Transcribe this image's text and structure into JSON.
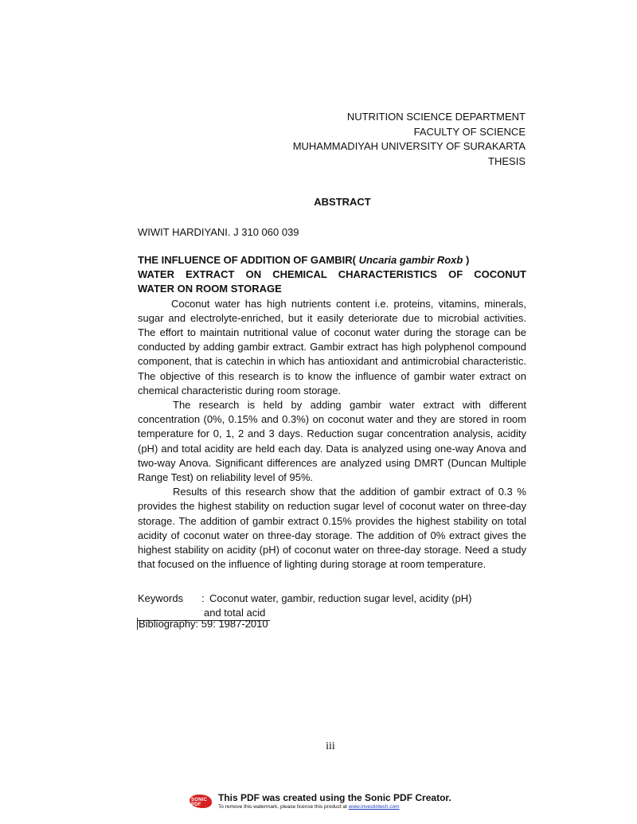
{
  "header": {
    "lines": [
      "NUTRITION SCIENCE DEPARTMENT",
      "FACULTY OF SCIENCE",
      "MUHAMMADIYAH UNIVERSITY OF SURAKARTA",
      "THESIS"
    ]
  },
  "abstract_heading": "ABSTRACT",
  "author": "WIWIT HARDIYANI. J 310 060 039",
  "title": {
    "line1_prefix": "THE INFLUENCE OF ADDITION OF GAMBIR( ",
    "line1_italic": "Uncaria gambir Roxb",
    "line1_suffix": " )",
    "line2": "WATER EXTRACT ON CHEMICAL CHARACTERISTICS OF COCONUT",
    "line3": "WATER ON ROOM STORAGE"
  },
  "paragraphs": [
    "Coconut water has high nutrients content  i.e. proteins, vitamins, minerals, sugar and electrolyte-enriched, but it easily deteriorate due to microbial activities. The effort to maintain nutritional value of coconut water during  the storage can be conducted by adding gambir extract. Gambir extract has high polyphenol compound component, that is catechin in which has antioxidant and antimicrobial characteristic. The objective of this research is to know the influence of gambir water extract on chemical characteristic during room storage.",
    "The research is held by adding gambir water extract with different concentration  (0%, 0.15% and 0.3%) on coconut water and they are stored in room temperature for 0, 1, 2 and 3 days. Reduction sugar concentration analysis, acidity (pH) and total acidity are held each day. Data is analyzed using one-way Anova and two-way Anova. Significant differences are analyzed using DMRT (Duncan Multiple Range Test) on reliability level of 95%.",
    "Results of this research show that the addition of gambir extract of 0.3 % provides the highest stability on reduction sugar level of coconut water on  three-day storage. The addition of gambir extract 0.15% provides the highest stability on total acidity of coconut water on  three-day storage. The addition of 0% extract gives the highest stability on acidity (pH) of coconut water on three-day storage. Need a study that focused on the influence of lighting during storage at room temperature."
  ],
  "keywords": {
    "label": "Keywords",
    "separator": ":",
    "value_line1": "Coconut water, gambir, reduction sugar level, acidity (pH)",
    "value_line2": "and total acid"
  },
  "bibliography": "Bibliography: 59: 1987-2010",
  "page_number": "iii",
  "watermark": {
    "logo_text": "SONIC PDF",
    "main": "This PDF was created using the Sonic PDF Creator.",
    "sub_prefix": "To remove this watermark, please license this product at ",
    "sub_link": "www.investintech.com"
  }
}
